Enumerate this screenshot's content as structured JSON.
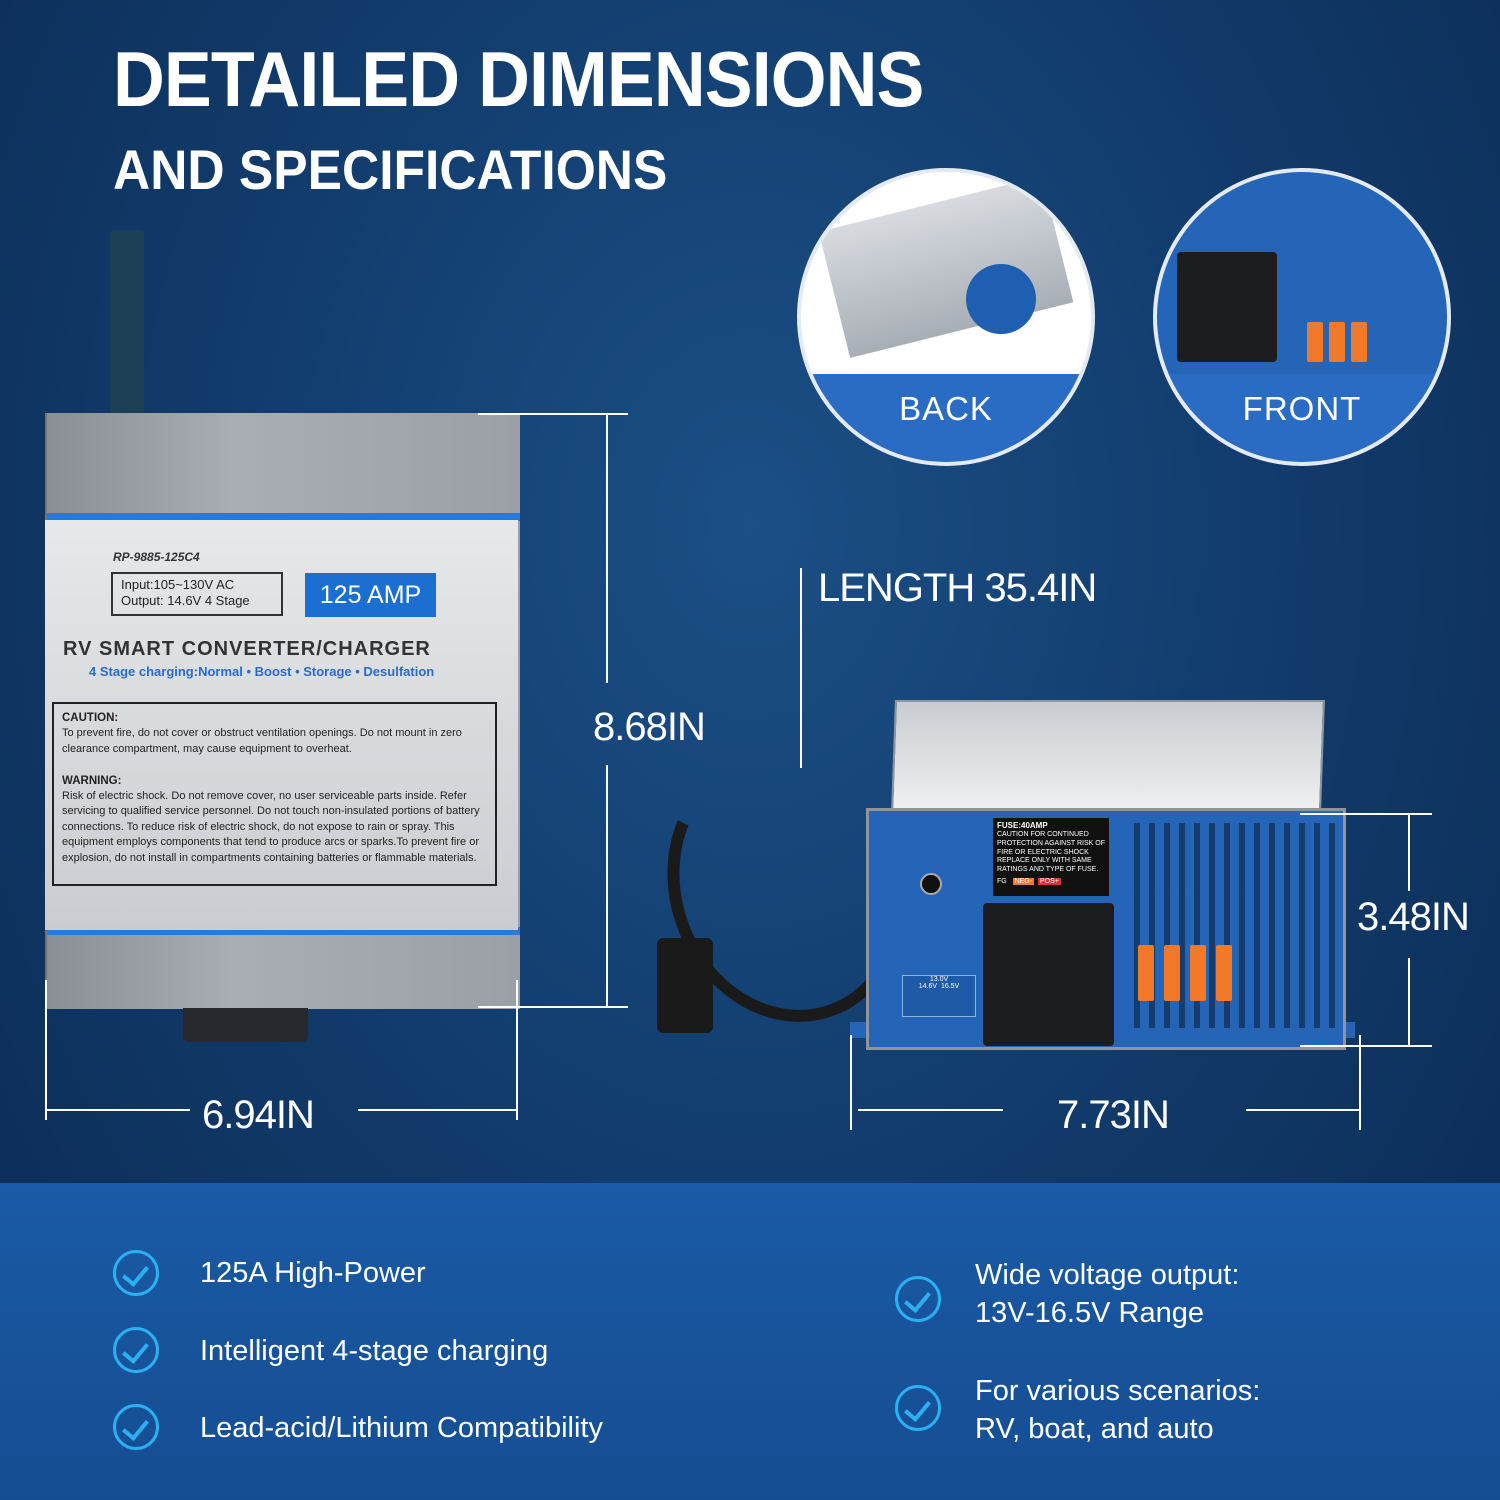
{
  "header": {
    "title": "DETAILED DIMENSIONS",
    "subtitle": "AND SPECIFICATIONS"
  },
  "top_unit": {
    "model": "RP-9885-125C4",
    "input": "Input:105~130V AC",
    "output": "Output: 14.6V 4 Stage",
    "amp_badge": "125 AMP",
    "product_title": "RV SMART CONVERTER/CHARGER",
    "stage_line": "4 Stage charging:Normal • Boost • Storage • Desulfation",
    "caution_head": "CAUTION:",
    "caution_text": "To prevent fire, do not cover or obstruct ventilation openings. Do not mount in zero clearance compartment, may cause equipment to overheat.",
    "warning_head": "WARNING:",
    "warning_text": "Risk of electric shock. Do not remove cover, no user serviceable parts inside. Refer servicing to qualified service personnel. Do not touch non-insulated portions of battery connections. To reduce risk of electric shock, do not expose to rain or spray. This equipment employs components that tend to produce arcs or sparks.To prevent fire or explosion, do not install in compartments containing batteries or flammable materials."
  },
  "dimensions": {
    "height": "8.68IN",
    "width": "6.94IN",
    "length": "LENGTH 35.4IN",
    "front_height": "3.48IN",
    "front_width": "7.73IN"
  },
  "views": {
    "back": "BACK",
    "front": "FRONT"
  },
  "front_unit": {
    "fuse_label": "FUSE:40AMP",
    "fuse_text": "CAUTION FOR CONTINUED PROTECTION AGAINST RISK OF FIRE OR ELECTRIC SHOCK REPLACE ONLY WITH SAME RATINGS AND TYPE OF FUSE.",
    "fg": "FG",
    "neg": "NEG-",
    "pos": "POS+",
    "v13": "13.0V",
    "v146": "14.6V",
    "v165": "16.5V"
  },
  "features": {
    "left": [
      "125A High-Power",
      "Intelligent 4-stage charging",
      "Lead-acid/Lithium Compatibility"
    ],
    "right_1_line1": "Wide voltage output:",
    "right_1_line2": "13V-16.5V Range",
    "right_2_line1": "For various scenarios:",
    "right_2_line2": "RV, boat, and auto"
  },
  "colors": {
    "accent": "#2a6cc4",
    "check": "#2bb0f2",
    "background": "#123d6e"
  }
}
